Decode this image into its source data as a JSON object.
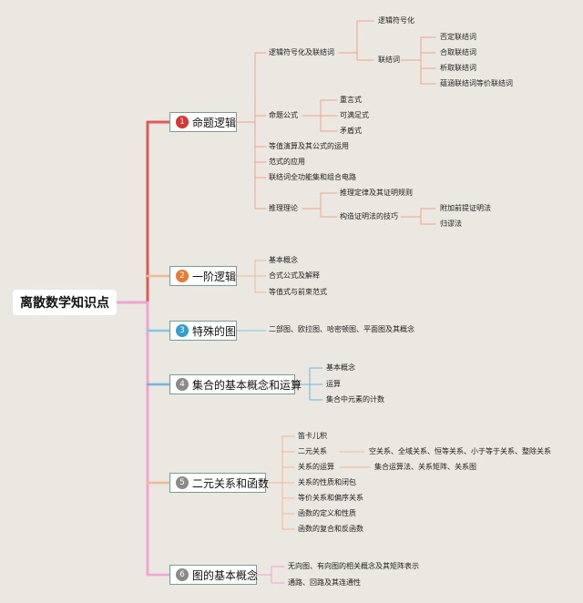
{
  "root": "离散数学知识点",
  "branches": [
    {
      "num": "1",
      "label": "命题逻辑",
      "color": "#e05a55",
      "badge": "#e0322e"
    },
    {
      "num": "2",
      "label": "一阶逻辑",
      "color": "#f3b98e",
      "badge": "#ef7a2c"
    },
    {
      "num": "3",
      "label": "特殊的图",
      "color": "#82c8e8",
      "badge": "#2f9fd8"
    },
    {
      "num": "4",
      "label": "集合的基本概念和运算",
      "color": "#6bb6e0",
      "badge": "#8a8a8a"
    },
    {
      "num": "5",
      "label": "二元关系和函数",
      "color": "#f3b98e",
      "badge": "#8a8a8a"
    },
    {
      "num": "6",
      "label": "图的基本概念",
      "color": "#f0a4d4",
      "badge": "#8a8a8a"
    }
  ],
  "topics": {
    "b1": {
      "c1": "逻辑符号化及联结词",
      "c1_1": "逻辑符号化",
      "c1_2": "联结词",
      "c1_2_items": [
        "否定联结词",
        "合取联结词",
        "析取联结词",
        "蕴涵联结词等价联结词"
      ],
      "c2": "命题公式",
      "c2_items": [
        "重言式",
        "可满足式",
        "矛盾式"
      ],
      "c3": "等值演算及其公式的运用",
      "c4": "范式的应用",
      "c5": "联结词全功能集和组合电路",
      "c6": "推理理论",
      "c6_1": "推理定律及其证明规则",
      "c6_2": "构造证明法的技巧",
      "c6_2_items": [
        "附加前提证明法",
        "归谬法"
      ]
    },
    "b2": [
      "基本概念",
      "合式公式及解释",
      "等值式与前束范式"
    ],
    "b3": [
      "二部图、欧拉图、哈密顿图、平面图及其概念"
    ],
    "b4": [
      "基本概念",
      "运算",
      "集合中元素的计数"
    ],
    "b5": {
      "c1": "笛卡儿积",
      "c2": "二元关系",
      "c2_1": "空关系、全域关系、恒等关系、小于等于关系、整除关系",
      "c3": "关系的运算",
      "c3_1": "集合运算法、关系矩阵、关系图",
      "c4": "关系的性质和闭包",
      "c5": "等价关系和偏序关系",
      "c6": "函数的定义和性质",
      "c7": "函数的复合和反函数"
    },
    "b6": [
      "无向图、有向图的相关概念及其矩阵表示",
      "通路、回路及其连通性"
    ]
  }
}
